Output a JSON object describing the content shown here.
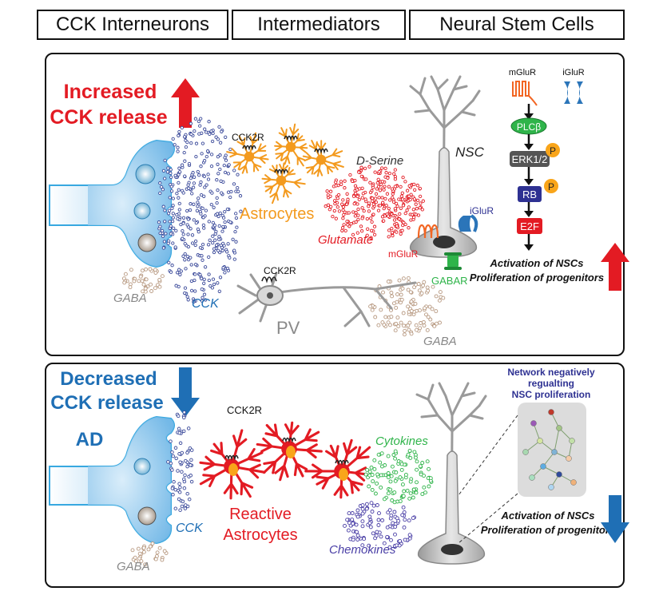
{
  "headers": [
    "CCK Interneurons",
    "Intermediators",
    "Neural Stem Cells"
  ],
  "top": {
    "increased": [
      "Increased",
      "CCK release"
    ],
    "cck2r_astro": "CCK2R",
    "astrocytes": "Astrocytes",
    "dserine": "D-Serine",
    "nsc": "NSC",
    "glutamate": "Glutamate",
    "iglur_cell": "iGluR",
    "mglur_cell": "mGluR",
    "gabar": "GABAR",
    "cck2r_pv": "CCK2R",
    "pv": "PV",
    "gaba_left": "GABA",
    "cck": "CCK",
    "gaba_right": "GABA",
    "pathway": {
      "mglur": "mGluR",
      "iglur": "iGluR",
      "plc": "PLCβ",
      "erk": "ERK1/2",
      "rb": "RB",
      "e2f": "E2F",
      "p": "P"
    },
    "activation": [
      "Activation of NSCs",
      "Proliferation of progenitors"
    ]
  },
  "bottom": {
    "decreased": [
      "Decreased",
      "CCK release"
    ],
    "ad": "AD",
    "cck2r": "CCK2R",
    "reactive": [
      "Reactive",
      "Astrocytes"
    ],
    "cytokines": "Cytokines",
    "chemokines": "Chemokines",
    "cck": "CCK",
    "gaba": "GABA",
    "network": [
      "Network negatively",
      "regualting",
      "NSC proliferation"
    ],
    "activation": [
      "Activation of NSCs",
      "Proliferation of progenitors"
    ]
  },
  "colors": {
    "increase": "#e31b23",
    "decrease": "#1f6fb5",
    "cck_blue": "#1f6fb5",
    "astro_orange": "#f39a1e",
    "glutamate_red": "#e31b23",
    "cytokine_green": "#2fb44a",
    "chemokine_purple": "#4a3fa6",
    "gaba_tan": "#b89a82",
    "cck_dots": "#3b4a9a",
    "network_blue": "#2e3192"
  }
}
